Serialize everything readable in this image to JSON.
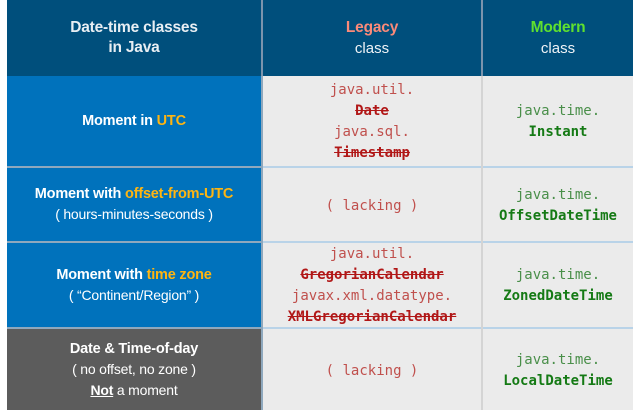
{
  "header": {
    "label_col": {
      "line1": "Date-time classes",
      "line2": "in Java"
    },
    "legacy_col": {
      "accent": "Legacy",
      "sub": "class"
    },
    "modern_col": {
      "accent": "Modern",
      "sub": "class"
    }
  },
  "colors": {
    "header_bg": "#004f7c",
    "label_bg": "#0072bc",
    "label_bg_gray": "#5c5c5c",
    "code_bg": "#ebebeb",
    "accent_legacy": "#fa8a79",
    "accent_modern": "#5fe02e",
    "accent_amber": "#ffb511",
    "legacy_pkg": "#c0504d",
    "legacy_cls": "#b11717",
    "modern_pkg": "#4a8f4a",
    "modern_cls": "#157a15"
  },
  "rows": [
    {
      "label": {
        "prefix": "Moment in ",
        "accent": "UTC",
        "suffix": "",
        "sub": "",
        "sub2": ""
      },
      "legacy": {
        "lacking": "",
        "entries": [
          {
            "pkg": "java.util.",
            "cls": "Date"
          },
          {
            "pkg": "java.sql.",
            "cls": "Timestamp"
          }
        ]
      },
      "modern": {
        "entries": [
          {
            "pkg": "java.time.",
            "cls": "Instant"
          }
        ]
      }
    },
    {
      "label": {
        "prefix": "Moment with ",
        "accent": "offset-from-UTC",
        "suffix": "",
        "sub": "( hours-minutes-seconds )",
        "sub2": ""
      },
      "legacy": {
        "lacking": "( lacking )",
        "entries": []
      },
      "modern": {
        "entries": [
          {
            "pkg": "java.time.",
            "cls": "OffsetDateTime"
          }
        ]
      }
    },
    {
      "label": {
        "prefix": "Moment with ",
        "accent": "time zone",
        "suffix": "",
        "sub": "( “Continent/Region” )",
        "sub2": ""
      },
      "legacy": {
        "lacking": "",
        "entries": [
          {
            "pkg": "java.util.",
            "cls": "GregorianCalendar"
          },
          {
            "pkg": "javax.xml.datatype.",
            "cls": "XMLGregorianCalendar"
          }
        ]
      },
      "modern": {
        "entries": [
          {
            "pkg": "java.time.",
            "cls": "ZonedDateTime"
          }
        ]
      }
    },
    {
      "label": {
        "prefix": "Date & Time-of-day",
        "accent": "",
        "suffix": "",
        "sub": "( no offset, no zone )",
        "sub2_bold_underline": "Not",
        "sub2_rest": " a moment"
      },
      "legacy": {
        "lacking": "( lacking )",
        "entries": []
      },
      "modern": {
        "entries": [
          {
            "pkg": "java.time.",
            "cls": "LocalDateTime"
          }
        ]
      }
    }
  ]
}
